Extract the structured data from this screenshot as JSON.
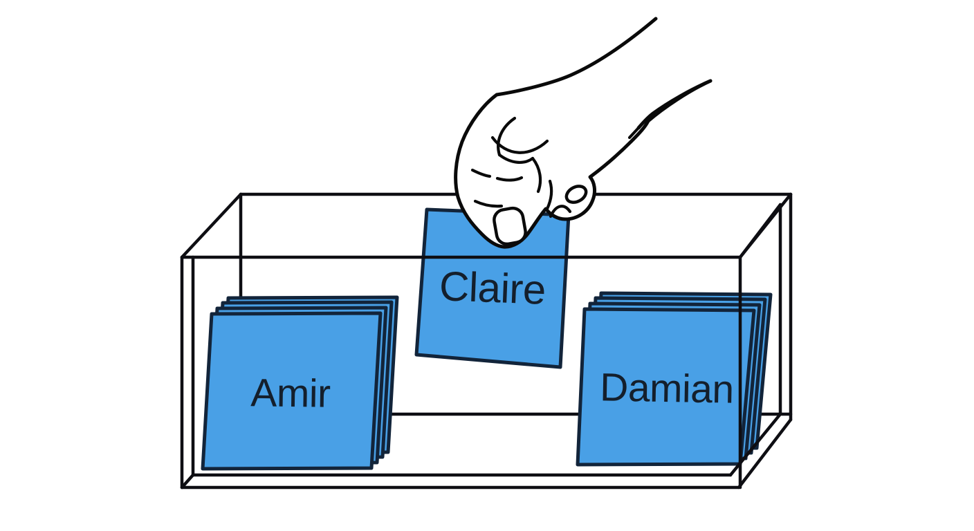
{
  "illustration": {
    "description": "A hand inserting a blue name card into a transparent box holding two stacks of blue name cards"
  },
  "cards": [
    {
      "id": "amir",
      "label": "Amir",
      "position": "left-stack-inside-box",
      "stack_count": 4
    },
    {
      "id": "claire",
      "label": "Claire",
      "position": "held-by-hand-above-box",
      "stack_count": 1
    },
    {
      "id": "damian",
      "label": "Damian",
      "position": "right-stack-inside-box",
      "stack_count": 4
    }
  ],
  "colors": {
    "background": "#ffffff",
    "card_fill": "#49a0e6",
    "card_border": "#12243a",
    "label_ink": "#141f2c",
    "box_line": "#0e0e13",
    "hand_line": "#0a0a0a"
  }
}
